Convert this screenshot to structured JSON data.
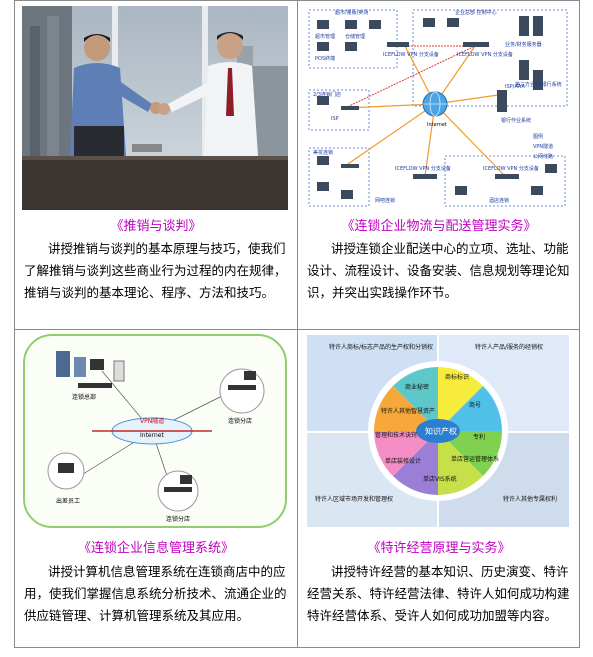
{
  "cells": [
    {
      "title": "《推销与谈判》",
      "desc": "讲授推销与谈判的基本原理与技巧，使我们了解推销与谈判这些商业行为过程的内在规律，推销与谈判的基本理论、程序、方法和技巧。"
    },
    {
      "title": "《连锁企业物流与配送管理实务》",
      "desc": "讲授连锁企业配送中心的立项、选址、功能设计、流程设计、设备安装、信息规划等理论知识，并突出实践操作环节。"
    },
    {
      "title": "《连锁企业信息管理系统》",
      "desc": "讲授计算机信息管理系统在连锁商店中的应用，使我们掌握信息系统分析技术、流通企业的供应链管理、计算机管理系统及其应用。"
    },
    {
      "title": "《特许经营原理与实务》",
      "desc": "讲授特许经营的基本知识、历史演变、特许经营关系、特许经营法律、特许人如何成功构建特许经营体系、受许人如何成功加盟等内容。"
    }
  ],
  "diagram_network": {
    "top_left": "超市/量贩/卖场",
    "pos_label": "POS终端",
    "store_sys": "超市管理",
    "warehouse": "仓储管理",
    "vpn1": "ICEFLOW VPN 分支设备",
    "hq": "企业总部 控制中心",
    "vpn_center": "ICEFLOW VPN 分支设备",
    "biz_server": "业务/财务服务器",
    "third_party": "第三方合作 银行系统",
    "isp": "ISP/AAA",
    "internet": "Internet",
    "branch": "2/3连锁门店",
    "bank": "银行作业系统",
    "legend1": "图例",
    "legend2": "VPN隧道",
    "legend3": "公网线路",
    "isp2": "ISP",
    "small_store": "美妆连锁",
    "vpn2": "ICEFLOW VPN 分支设备",
    "vpn3": "ICEFLOW VPN 分支设备",
    "terminal": "网吧连锁",
    "hotel": "酒店连锁"
  },
  "diagram_info": {
    "hq": "连锁总部",
    "vpn": "VPN隧道",
    "internet": "Internet",
    "store1": "连锁分店",
    "store2": "连锁分店",
    "traveler": "出差员工"
  },
  "diagram_franchise": {
    "q1": "特许人商标/标志产品的生产权和分销权",
    "q2": "特许人产品/服务的经销权",
    "q3": "特许人区域市场开发和管理权",
    "q4": "特许人其他专属权利",
    "center": "知识产权",
    "seg1": "商业秘密",
    "seg2": "商标标识",
    "seg3": "商号",
    "seg4": "专利",
    "seg5": "单店营运管理体系",
    "seg6": "单店VIS系统",
    "seg7": "单店装修设计",
    "seg8": "管理和技术诀窍",
    "seg9": "特许人其他智慧资产"
  }
}
